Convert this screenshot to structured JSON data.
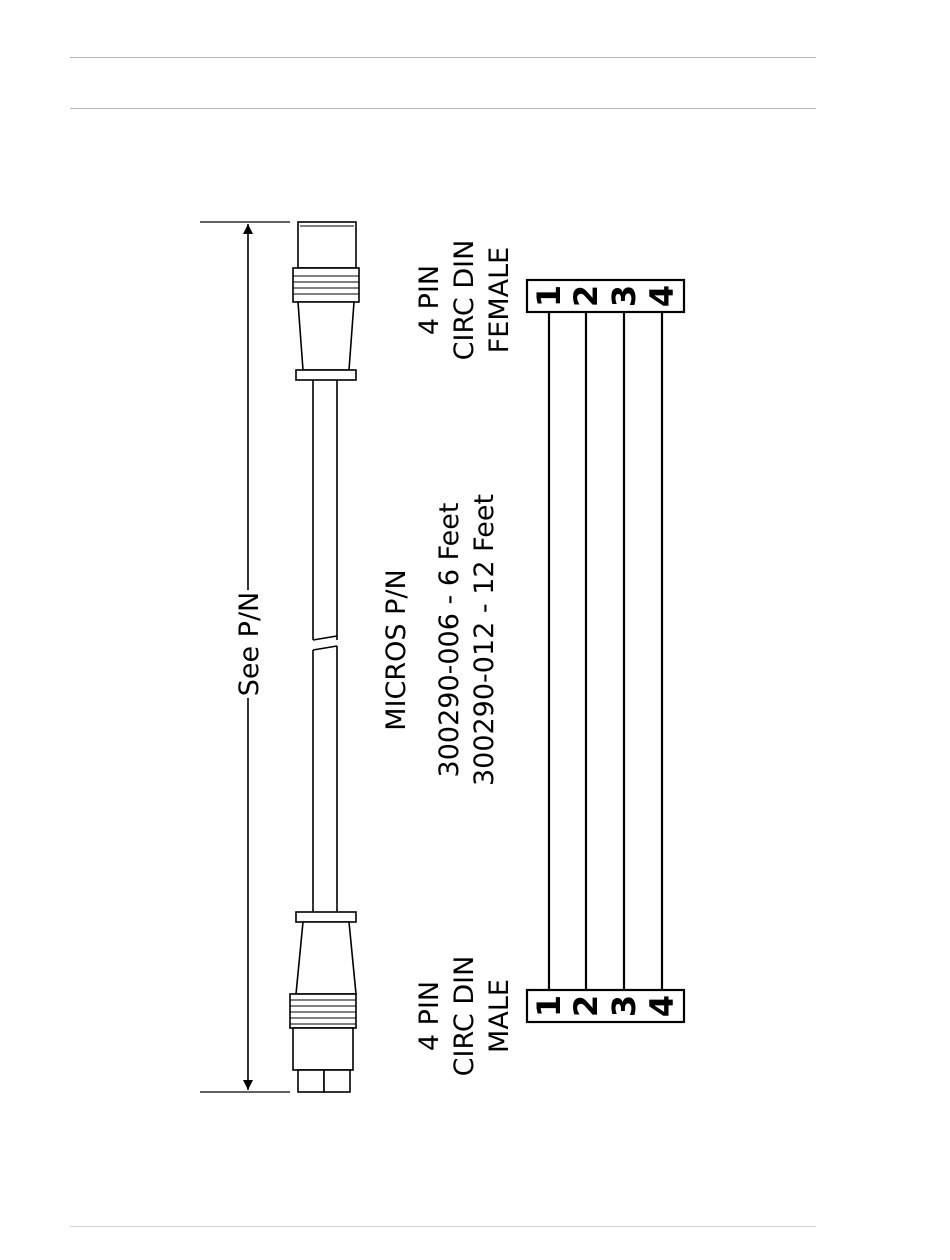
{
  "dimension": {
    "label": "See P/N"
  },
  "part_number": {
    "heading": "MICROS P/N",
    "lines": [
      "300290-006 - 6 Feet",
      "300290-012 - 12 Feet"
    ]
  },
  "connector_top": {
    "lines": [
      "4 PIN",
      "CIRC DIN",
      "FEMALE"
    ]
  },
  "connector_bottom": {
    "lines": [
      "4 PIN",
      "CIRC DIN",
      "MALE"
    ]
  },
  "pins": [
    "1",
    "2",
    "3",
    "4"
  ]
}
